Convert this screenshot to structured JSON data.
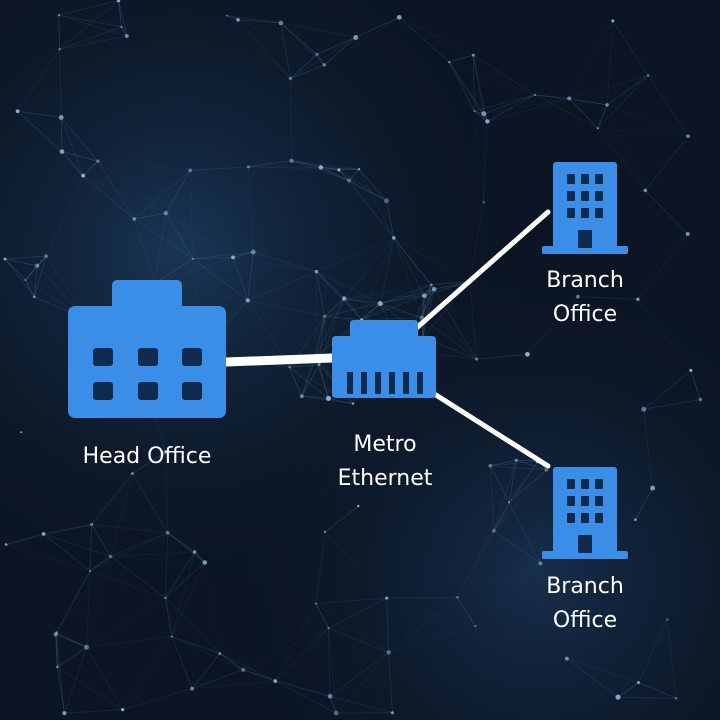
{
  "diagram": {
    "colors": {
      "icon": "#3a8ee8",
      "icon_window": "#0e2a4e",
      "link": "#ffffff",
      "text": "#ffffff",
      "background": "#0b1524",
      "mesh": "#5b86ad"
    },
    "nodes": {
      "head_office": {
        "icon": "office-building-icon",
        "label": "Head Office"
      },
      "metro_ethernet": {
        "icon": "ethernet-port-icon",
        "label_line1": "Metro",
        "label_line2": "Ethernet"
      },
      "branch_office_top": {
        "icon": "building-icon",
        "label_line1": "Branch",
        "label_line2": "Office"
      },
      "branch_office_bottom": {
        "icon": "building-icon",
        "label_line1": "Branch",
        "label_line2": "Office"
      }
    },
    "links": [
      {
        "from": "head_office",
        "to": "metro_ethernet"
      },
      {
        "from": "metro_ethernet",
        "to": "branch_office_top"
      },
      {
        "from": "metro_ethernet",
        "to": "branch_office_bottom"
      }
    ]
  }
}
